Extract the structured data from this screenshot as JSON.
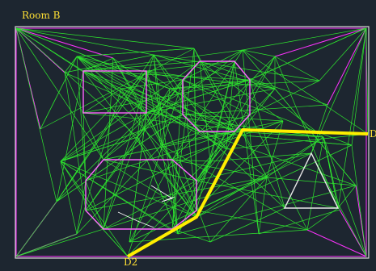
{
  "room": {
    "title": "Room B"
  },
  "doors": {
    "d1_label": "D",
    "d2_label": "D2"
  },
  "colors": {
    "background": "#1d2630",
    "room_boundary": "#ff33ff",
    "label": "#ffe034",
    "visibility_edges": "#2ee62e",
    "obstacle_outline": "#ff66ff",
    "obstacle_inner": "#ffffff",
    "path": "#ffee00",
    "outer_frame": "#d8d8d8"
  },
  "icons": {
    "obstacles": [
      "rectangle-obstacle",
      "octagon-obstacle",
      "large-octagon-obstacle",
      "triangle-obstacle"
    ]
  },
  "graph": {
    "edge_count": 360
  }
}
